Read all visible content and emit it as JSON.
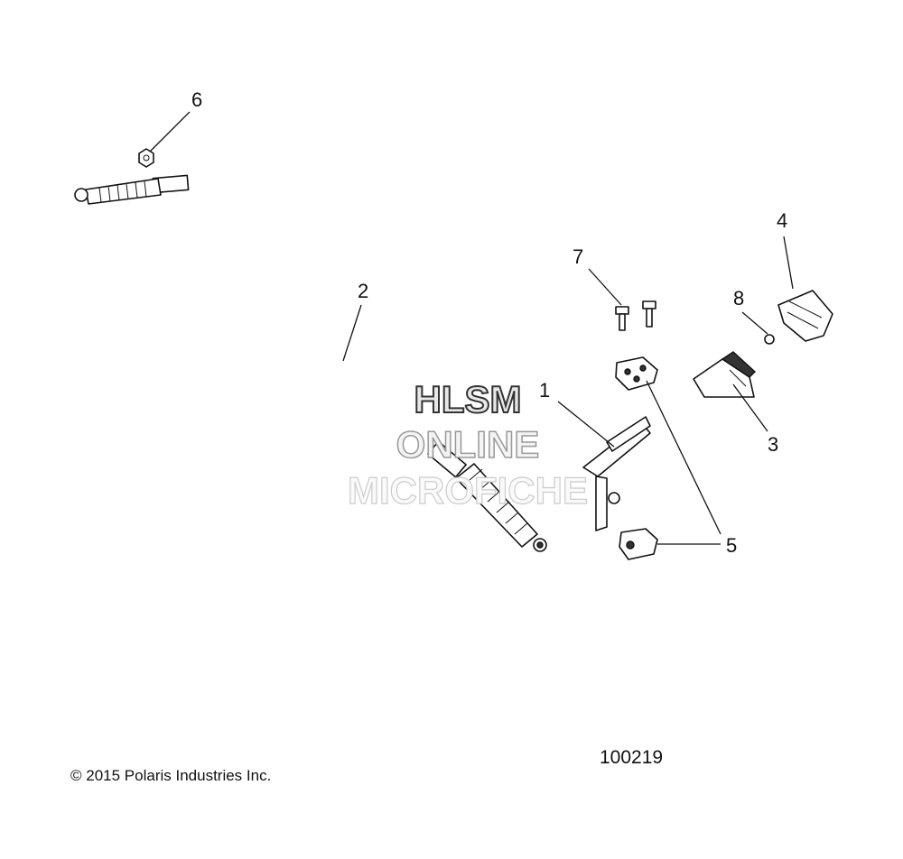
{
  "callouts": {
    "c1": "1",
    "c2": "2",
    "c3": "3",
    "c4": "4",
    "c5": "5",
    "c6": "6",
    "c7": "7",
    "c8": "8"
  },
  "watermark": {
    "line1": "HLSM",
    "line2": "ONLINE",
    "line3": "MICROFICHE"
  },
  "footer": {
    "copyright": "© 2015 Polaris Industries Inc.",
    "drawing_number": "100219"
  }
}
